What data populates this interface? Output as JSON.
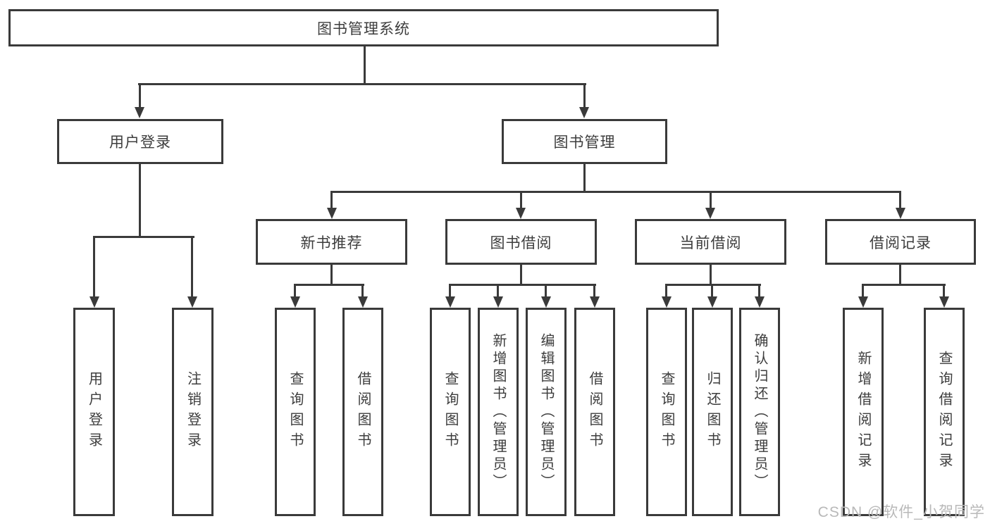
{
  "diagram": {
    "root_label": "图书管理系统",
    "level2": [
      {
        "label": "用户登录"
      },
      {
        "label": "图书管理"
      }
    ],
    "level3": [
      {
        "label": "新书推荐"
      },
      {
        "label": "图书借阅"
      },
      {
        "label": "当前借阅"
      },
      {
        "label": "借阅记录"
      }
    ],
    "leaves": {
      "user_login": [
        "用户登录",
        "注销登录"
      ],
      "new_book_recommend": [
        "查询图书",
        "借阅图书"
      ],
      "book_borrowing": [
        "查询图书",
        "新增图书（管理员）",
        "编辑图书（管理员）",
        "借阅图书"
      ],
      "current_borrowing": [
        "查询图书",
        "归还图书",
        "确认归还（管理员）"
      ],
      "borrowing_records": [
        "新增借阅记录",
        "查询借阅记录"
      ]
    }
  },
  "watermark": {
    "text": "CSDN @软件_小贺同学"
  },
  "colors": {
    "line": "#3a3a3a",
    "text": "#3d3d3d",
    "watermark": "#b9b9b9",
    "background": "#ffffff"
  }
}
